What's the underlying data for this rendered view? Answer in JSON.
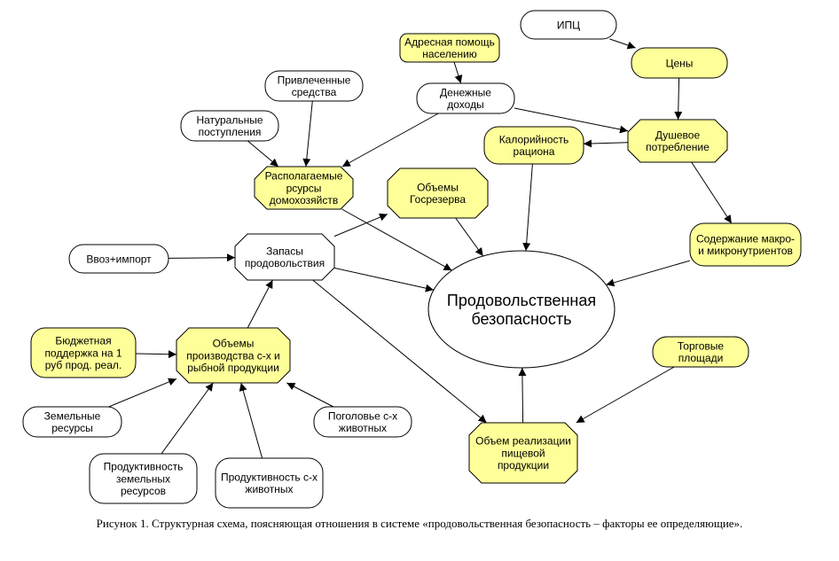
{
  "nodes": {
    "ipc": {
      "lines": [
        "ИПЦ"
      ],
      "fill": "#ffffff",
      "shape": "pill"
    },
    "address_help": {
      "lines": [
        "Адресная помощь",
        "населению"
      ],
      "fill": "#ffff99",
      "shape": "rect"
    },
    "prices": {
      "lines": [
        "Цены"
      ],
      "fill": "#ffff99",
      "shape": "pill"
    },
    "attracted": {
      "lines": [
        "Привлеченные",
        "средства"
      ],
      "fill": "#ffffff",
      "shape": "pill"
    },
    "money_income": {
      "lines": [
        "Денежные",
        "доходы"
      ],
      "fill": "#ffffff",
      "shape": "pill"
    },
    "natural": {
      "lines": [
        "Натуральные",
        "поступления"
      ],
      "fill": "#ffffff",
      "shape": "pill"
    },
    "per_capita": {
      "lines": [
        "Душевое",
        "потребление"
      ],
      "fill": "#ffff99",
      "shape": "oct"
    },
    "calories": {
      "lines": [
        "Калорийность",
        "рациона"
      ],
      "fill": "#ffff99",
      "shape": "pill"
    },
    "household": {
      "lines": [
        "Располагаемые",
        "рсурсы",
        "домохозяйств"
      ],
      "fill": "#ffff99",
      "shape": "oct"
    },
    "reserve": {
      "lines": [
        "Объемы",
        "Госрезерва"
      ],
      "fill": "#ffff99",
      "shape": "oct"
    },
    "micro": {
      "lines": [
        "Содержание макро-",
        "и микронутриентов"
      ],
      "fill": "#ffff99",
      "shape": "pill"
    },
    "import": {
      "lines": [
        "Ввоз+импорт"
      ],
      "fill": "#ffffff",
      "shape": "pill"
    },
    "stocks": {
      "lines": [
        "Запасы",
        "продовольствия"
      ],
      "fill": "#ffffff",
      "shape": "oct"
    },
    "security": {
      "lines": [
        "Продовольственная",
        "безопасность"
      ],
      "fill": "#ffffff",
      "shape": "ellipse"
    },
    "budget": {
      "lines": [
        "Бюджетная",
        "поддержка на 1",
        "руб прод. реал."
      ],
      "fill": "#ffff99",
      "shape": "pill"
    },
    "production": {
      "lines": [
        "Объемы",
        "производства с-х и",
        "рыбной продукции"
      ],
      "fill": "#ffff99",
      "shape": "oct"
    },
    "trade": {
      "lines": [
        "Торговые",
        "площади"
      ],
      "fill": "#ffff99",
      "shape": "pill"
    },
    "land": {
      "lines": [
        "Земельные",
        "ресурсы"
      ],
      "fill": "#ffffff",
      "shape": "pill"
    },
    "livestock": {
      "lines": [
        "Поголовье с-х",
        "животных"
      ],
      "fill": "#ffffff",
      "shape": "pill"
    },
    "land_prod": {
      "lines": [
        "Продуктивность",
        "земельных",
        "ресурсов"
      ],
      "fill": "#ffffff",
      "shape": "pill"
    },
    "animal_prod": {
      "lines": [
        "Продуктивность с-х",
        "животных"
      ],
      "fill": "#ffffff",
      "shape": "pill"
    },
    "sales": {
      "lines": [
        "Объем реализации",
        "пищевой",
        "продукции"
      ],
      "fill": "#ffff99",
      "shape": "oct"
    }
  },
  "edges": [
    {
      "from": "ipc",
      "to": "prices"
    },
    {
      "from": "address_help",
      "to": "money_income"
    },
    {
      "from": "prices",
      "to": "per_capita"
    },
    {
      "from": "money_income",
      "to": "per_capita"
    },
    {
      "from": "money_income",
      "to": "household"
    },
    {
      "from": "attracted",
      "to": "household"
    },
    {
      "from": "natural",
      "to": "household"
    },
    {
      "from": "per_capita",
      "to": "calories"
    },
    {
      "from": "per_capita",
      "to": "micro"
    },
    {
      "from": "calories",
      "to": "security"
    },
    {
      "from": "household",
      "to": "security"
    },
    {
      "from": "reserve",
      "to": "security"
    },
    {
      "from": "micro",
      "to": "security"
    },
    {
      "from": "stocks",
      "to": "reserve"
    },
    {
      "from": "stocks",
      "to": "security"
    },
    {
      "from": "stocks",
      "to": "sales"
    },
    {
      "from": "import",
      "to": "stocks"
    },
    {
      "from": "production",
      "to": "stocks"
    },
    {
      "from": "budget",
      "to": "production"
    },
    {
      "from": "land",
      "to": "production"
    },
    {
      "from": "land_prod",
      "to": "production"
    },
    {
      "from": "animal_prod",
      "to": "production"
    },
    {
      "from": "livestock",
      "to": "production"
    },
    {
      "from": "trade",
      "to": "sales"
    },
    {
      "from": "sales",
      "to": "security"
    }
  ],
  "caption": "Рисунок 1. Структурная схема, поясняющая отношения в системе «продовольственная безопасность – факторы ее определяющие»."
}
